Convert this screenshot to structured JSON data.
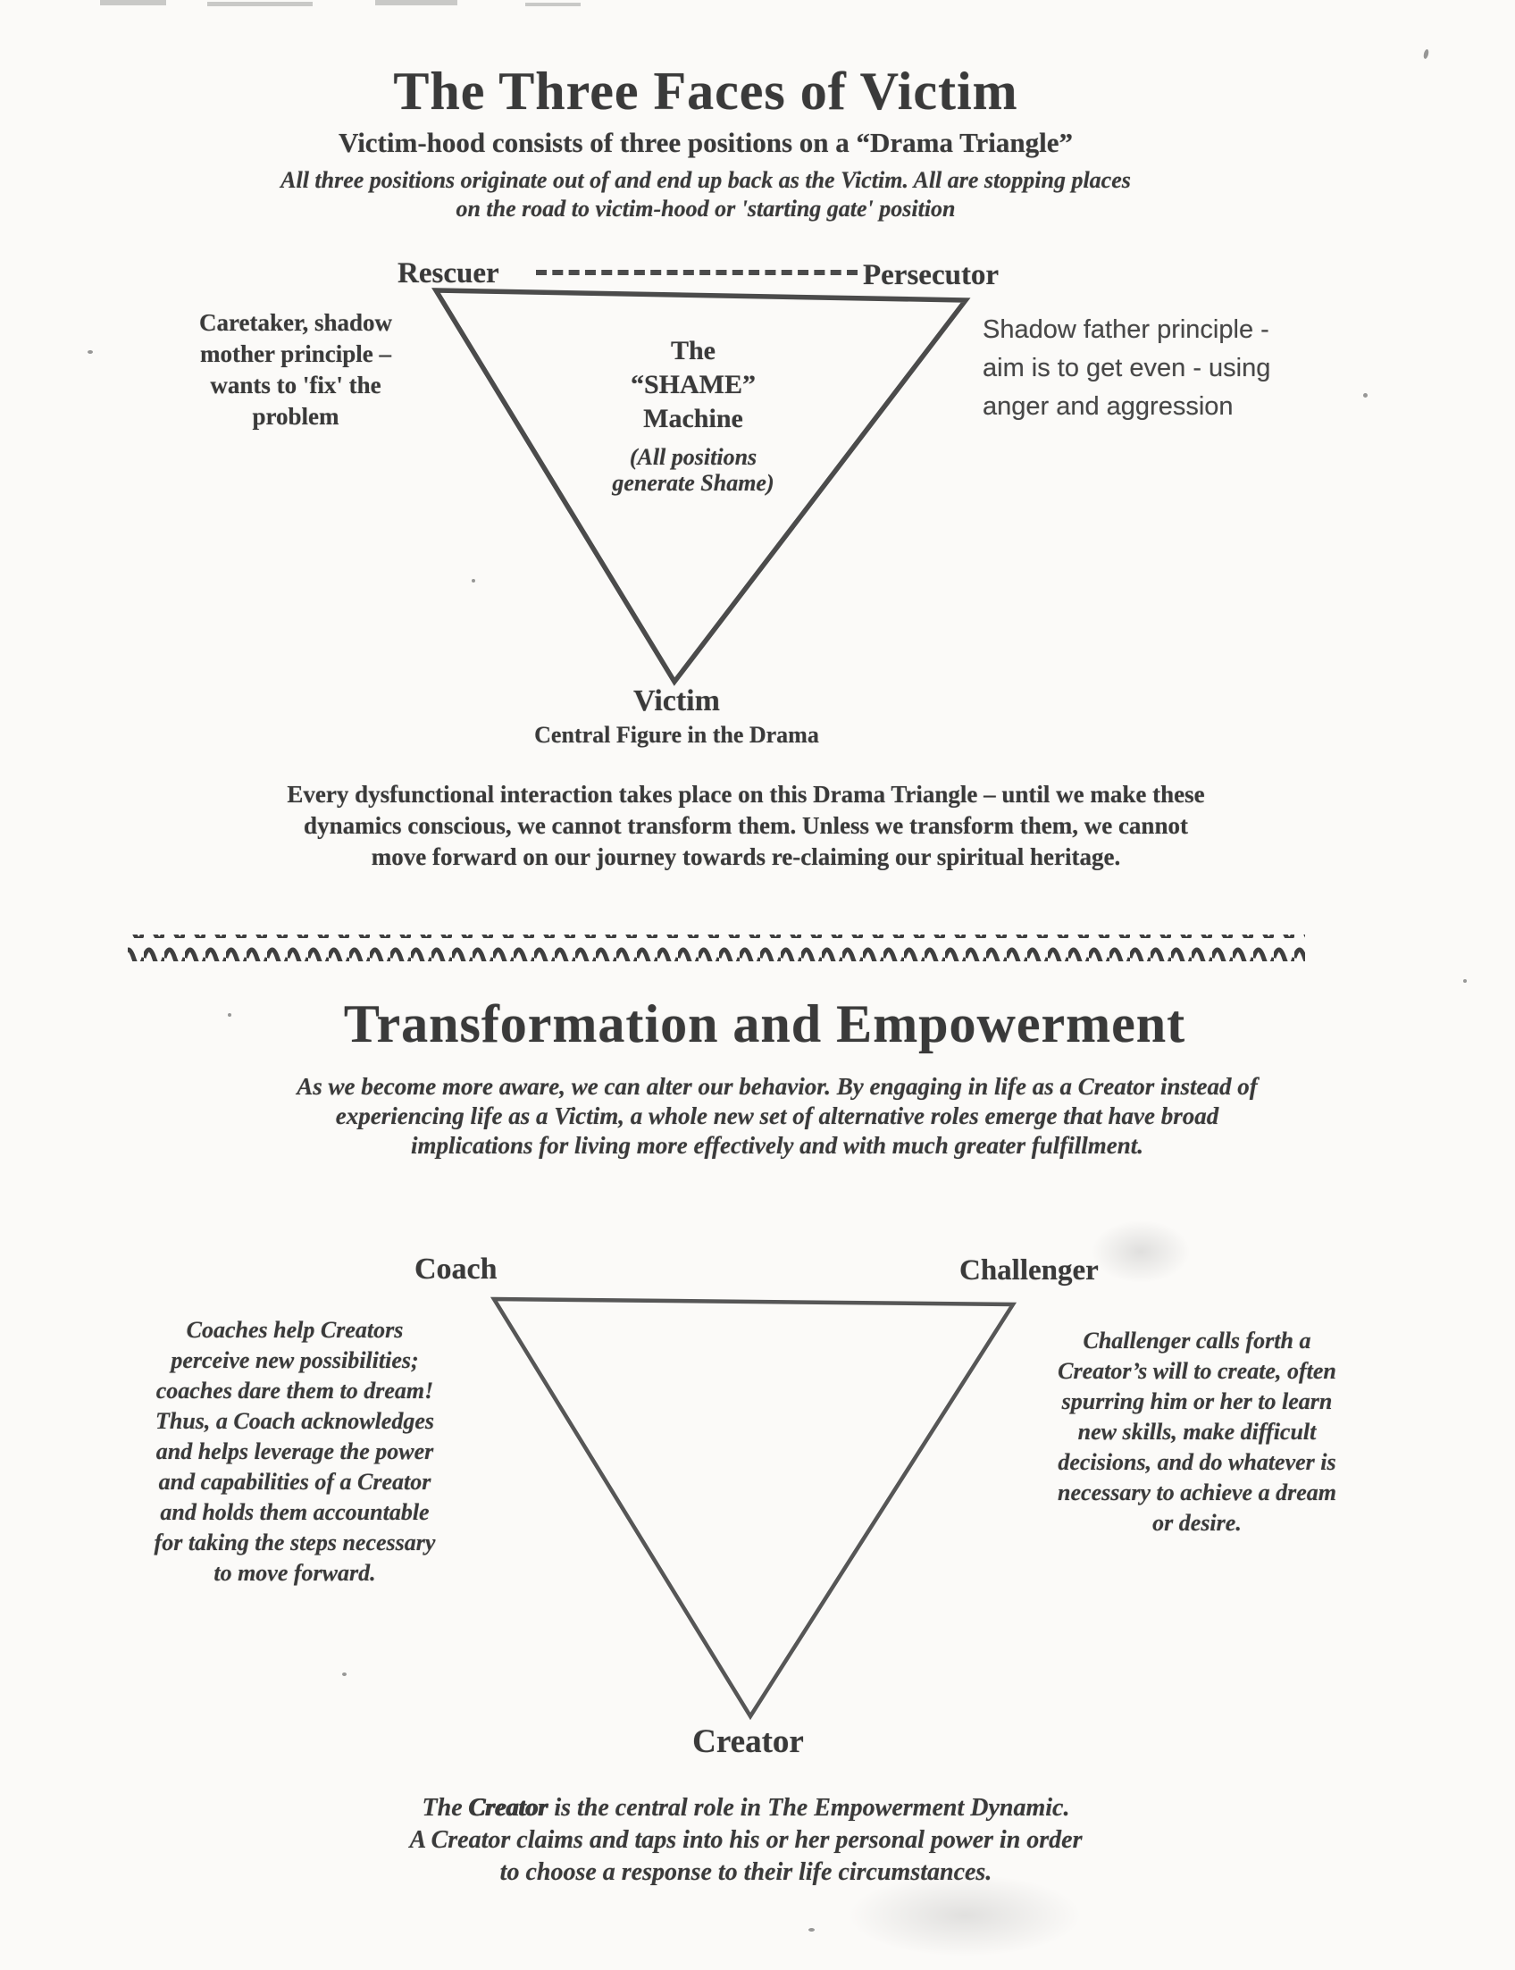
{
  "page": {
    "bg": "#fbfaf8",
    "ink": "#3a3a3a"
  },
  "victim_section": {
    "title": "The Three Faces of Victim",
    "subtitle": "Victim-hood consists of three positions on a “Drama Triangle”",
    "tagline_lines": [
      "All three positions originate out of and end up back as the Victim. All are stopping places",
      "on the road to victim-hood or 'starting gate' position"
    ],
    "triangle": {
      "left_vertex_label": "Rescuer",
      "right_vertex_label": "Persecutor",
      "center_bold_lines": [
        "The",
        "“SHAME”",
        "Machine"
      ],
      "center_italic_lines": [
        "(All positions",
        "generate Shame)"
      ],
      "bottom_vertex_label": "Victim",
      "bottom_caption": "Central Figure in the Drama",
      "left_note_lines": [
        "Caretaker, shadow",
        "mother principle –",
        "wants to 'fix' the",
        "problem"
      ],
      "right_note_lines": [
        "Shadow father principle -",
        "aim is to get even - using",
        "anger and aggression"
      ]
    },
    "paragraph_lines": [
      "Every dysfunctional interaction takes place on this Drama Triangle – until we make these",
      "dynamics conscious, we cannot transform them. Unless we transform them, we cannot",
      "move forward on our journey towards re-claiming our spiritual heritage."
    ]
  },
  "empowerment_section": {
    "title": "Transformation and Empowerment",
    "intro_lines": [
      "As we become more aware, we can alter our behavior.  By engaging in life as a Creator instead of",
      "experiencing life as a Victim, a whole new set of alternative roles emerge that have broad",
      "implications for living more  effectively and with much greater fulfillment."
    ],
    "triangle": {
      "left_vertex_label": "Coach",
      "right_vertex_label": "Challenger",
      "bottom_vertex_label": "Creator",
      "left_note_lines": [
        "Coaches help Creators",
        "perceive new possibilities;",
        "coaches dare them to dream!",
        "Thus, a Coach acknowledges",
        "and helps leverage the power",
        "and capabilities of a Creator",
        "and holds them accountable",
        "for taking the steps necessary",
        "to move forward."
      ],
      "right_note_lines": [
        "Challenger calls forth a",
        "Creator’s will to create, often",
        "spurring him or her to learn",
        "new skills, make difficult",
        "decisions, and do whatever is",
        "necessary to achieve a dream",
        "or desire."
      ]
    },
    "closing": {
      "line1_prefix": "The ",
      "line1_emphasis": "Creator",
      "line1_suffix": " is the central role in The Empowerment Dynamic.",
      "line2": "A Creator claims and taps into his or her personal power in order",
      "line3": "to choose a response to their life circumstances."
    }
  }
}
